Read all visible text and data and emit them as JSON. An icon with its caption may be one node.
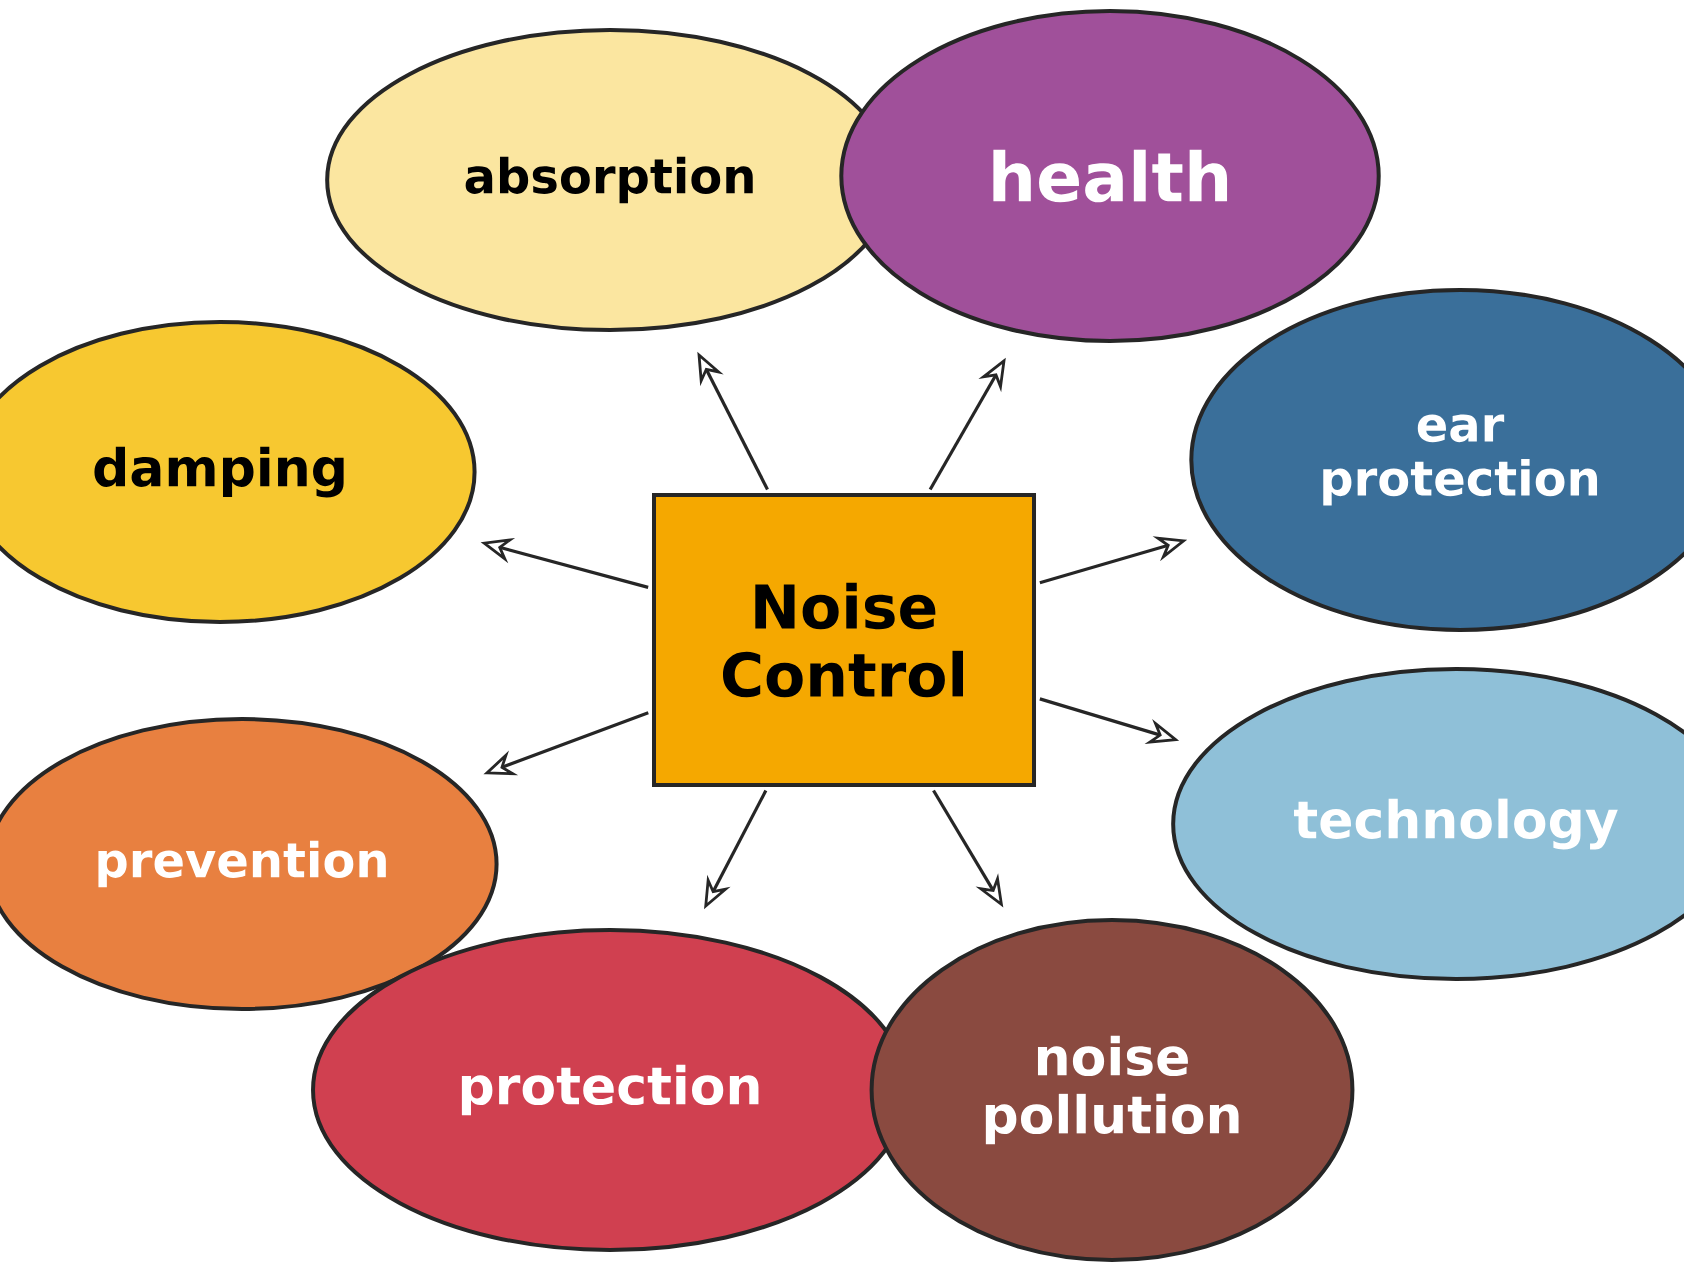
{
  "diagram": {
    "nodes": [
      {
        "text": [
          "Noise Control"
        ]
      },
      {
        "text": [
          "absorption"
        ]
      },
      {
        "text": [
          "health"
        ]
      },
      {
        "text": [
          "damping"
        ]
      },
      {
        "text": [
          "ear protection"
        ]
      },
      {
        "text": [
          "prevention"
        ]
      },
      {
        "text": [
          "technology"
        ]
      },
      {
        "text": [
          "protection"
        ]
      },
      {
        "text": [
          "noise pollution"
        ]
      }
    ],
    "edges": [
      {
        "from": 0,
        "to": 1,
        "arrow": "to"
      },
      {
        "from": 0,
        "to": 2,
        "arrow": "to"
      },
      {
        "from": 0,
        "to": 3,
        "arrow": "to"
      },
      {
        "from": 0,
        "to": 4,
        "arrow": "to"
      },
      {
        "from": 0,
        "to": 5,
        "arrow": "to"
      },
      {
        "from": 0,
        "to": 6,
        "arrow": "to"
      },
      {
        "from": 0,
        "to": 7,
        "arrow": "to"
      },
      {
        "from": 0,
        "to": 8,
        "arrow": "to"
      }
    ]
  }
}
